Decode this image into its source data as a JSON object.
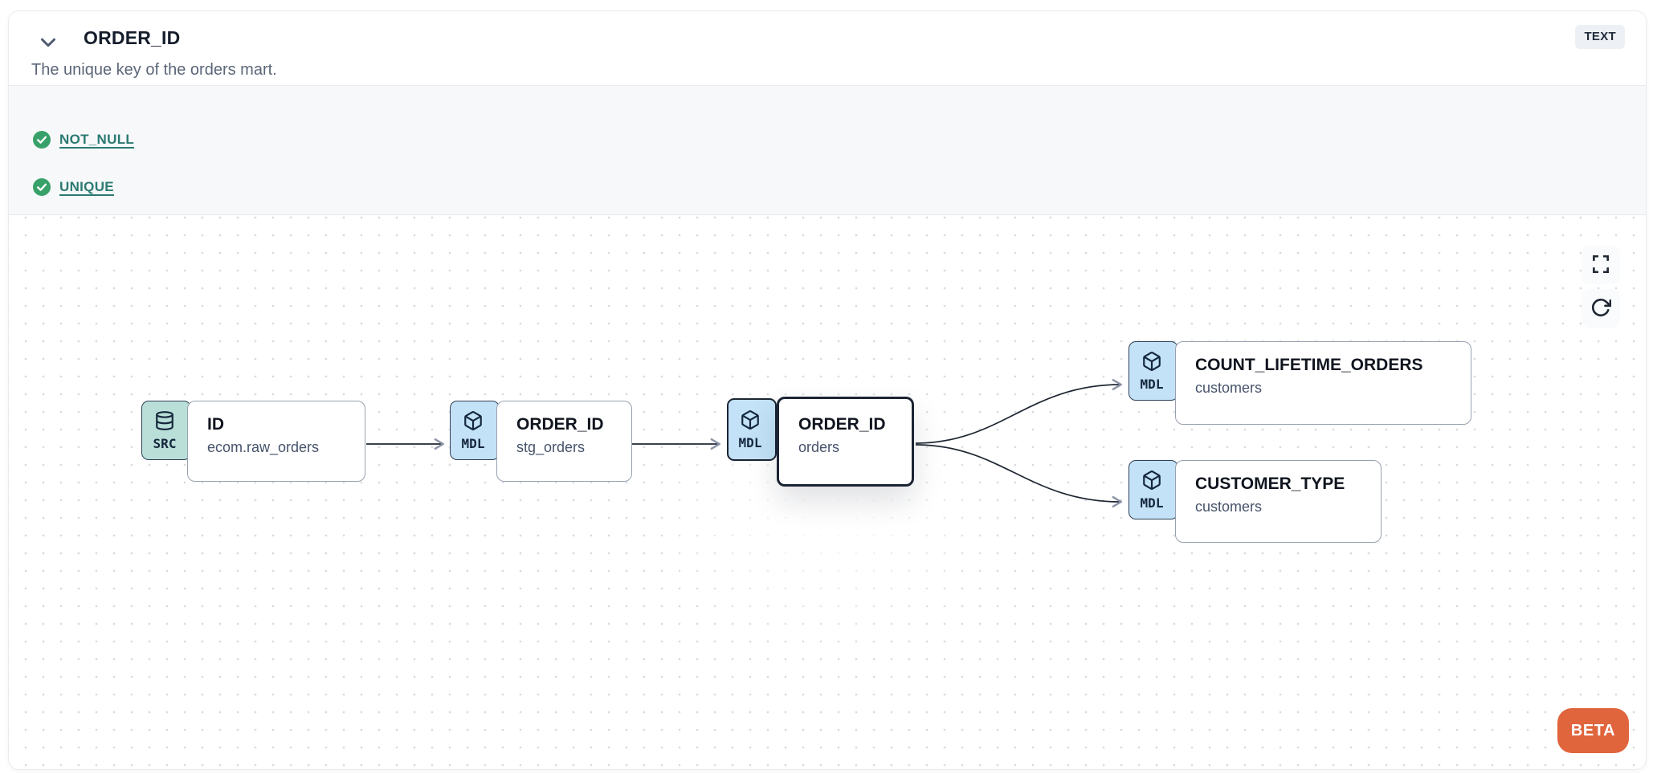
{
  "column": {
    "title": "ORDER_ID",
    "description": "The unique key of the orders mart.",
    "type_badge": "TEXT"
  },
  "tests": [
    {
      "name": "NOT_NULL",
      "status": "passed"
    },
    {
      "name": "UNIQUE",
      "status": "passed"
    }
  ],
  "lineage": {
    "beta_label": "BETA",
    "nodes": [
      {
        "badge": "SRC",
        "title": "ID",
        "subtitle": "ecom.raw_orders",
        "type": "source",
        "selected": false
      },
      {
        "badge": "MDL",
        "title": "ORDER_ID",
        "subtitle": "stg_orders",
        "type": "model",
        "selected": false
      },
      {
        "badge": "MDL",
        "title": "ORDER_ID",
        "subtitle": "orders",
        "type": "model",
        "selected": true
      },
      {
        "badge": "MDL",
        "title": "COUNT_LIFETIME_ORDERS",
        "subtitle": "customers",
        "type": "model",
        "selected": false
      },
      {
        "badge": "MDL",
        "title": "CUSTOMER_TYPE",
        "subtitle": "customers",
        "type": "model",
        "selected": false
      }
    ],
    "edges": [
      {
        "from": "ID (ecom.raw_orders)",
        "to": "ORDER_ID (stg_orders)"
      },
      {
        "from": "ORDER_ID (stg_orders)",
        "to": "ORDER_ID (orders)"
      },
      {
        "from": "ORDER_ID (orders)",
        "to": "COUNT_LIFETIME_ORDERS (customers)"
      },
      {
        "from": "ORDER_ID (orders)",
        "to": "CUSTOMER_TYPE (customers)"
      }
    ]
  },
  "colors": {
    "source_badge_bg": "#b9dfd8",
    "model_badge_bg": "#c3e2f7",
    "selected_border": "#1b2433",
    "edge_line": "#1f2733",
    "test_link": "#2b7a72",
    "test_pass_green": "#38a169",
    "beta_bg": "#e0643c",
    "tests_section_bg": "#f7f8fa",
    "type_badge_bg": "#edf0f4"
  }
}
